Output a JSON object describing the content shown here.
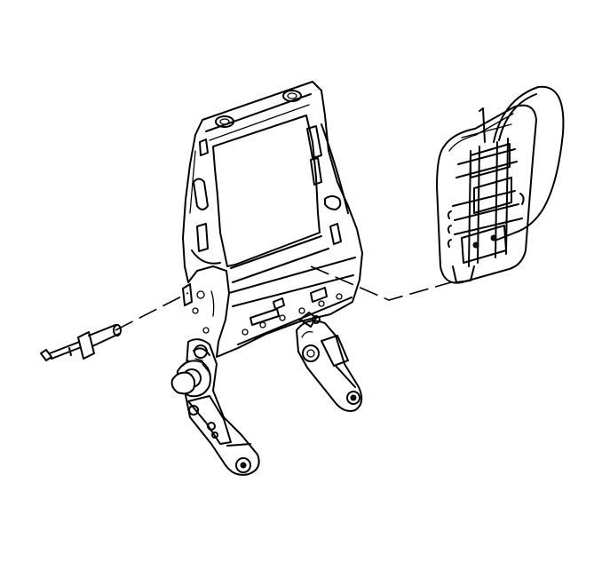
{
  "diagram": {
    "background": "#ffffff",
    "line_color": "#000000",
    "components": [
      {
        "name": "seat-back-frame"
      },
      {
        "name": "lumbar-support-assembly"
      },
      {
        "name": "lumbar-cable"
      },
      {
        "name": "lumbar-actuator-bolt"
      },
      {
        "name": "recliner-mechanism-left"
      },
      {
        "name": "recliner-mechanism-right"
      }
    ]
  }
}
